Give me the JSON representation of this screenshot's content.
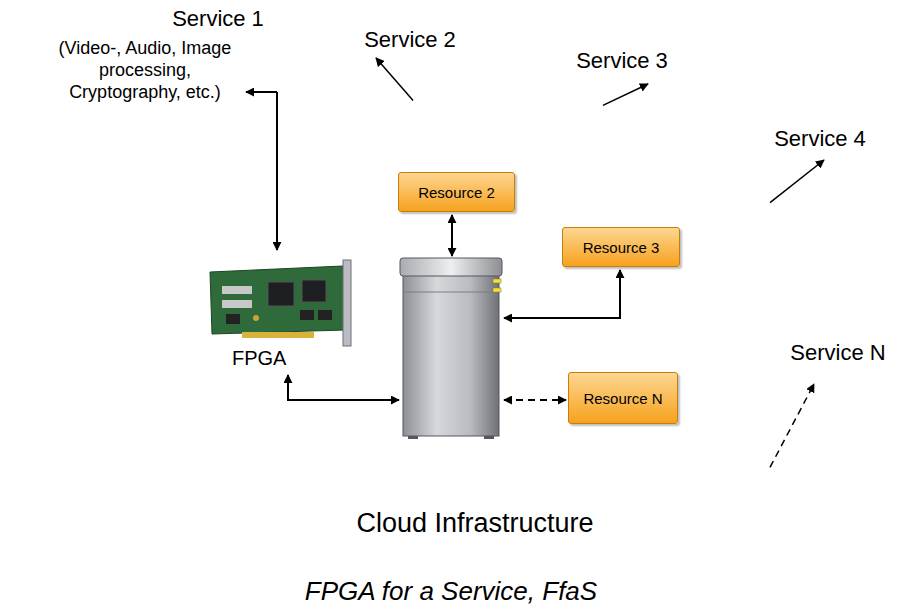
{
  "diagram": {
    "caption": "FPGA for a Service, FfaS",
    "nodes": [
      {
        "text": [
          "Cloud Infrastructure"
        ]
      },
      {
        "text": [
          "FPGA"
        ],
        "in": 0
      },
      {
        "text": [
          "Resource 2"
        ],
        "in": 0
      },
      {
        "text": [
          "Resource 3"
        ],
        "in": 0
      },
      {
        "text": [
          "Resource N"
        ],
        "in": 0
      }
    ],
    "labels": [
      "Service 1",
      "(Video-, Audio, Image processing, Cryptography, etc.)",
      "Service 2",
      "Service 3",
      "Service 4",
      "Service N"
    ]
  }
}
